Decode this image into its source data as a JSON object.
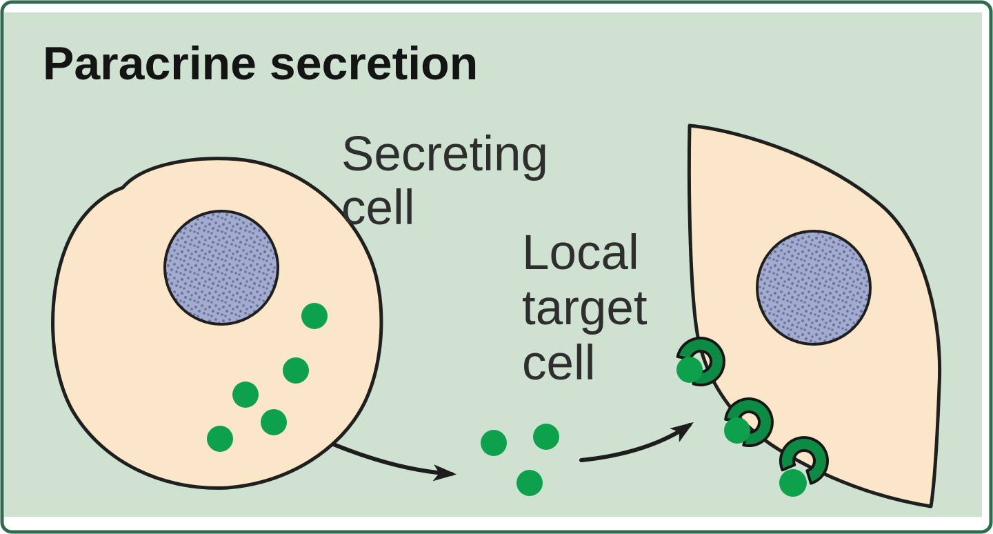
{
  "figure": {
    "title": "Paracrine secretion",
    "type": "biology-cell-signaling-diagram"
  },
  "labels": {
    "secreting_cell": [
      "Secreting",
      "cell"
    ],
    "local_target_cell": [
      "Local",
      "target",
      "cell"
    ]
  },
  "diagram": {
    "cells": [
      {
        "name": "secreting-cell",
        "molecules_inside": 5
      },
      {
        "name": "local-target-cell",
        "receptors": 3,
        "molecules_bound": 2,
        "molecules_approaching": 1
      }
    ],
    "molecules_in_transit": 3,
    "arrows": 2
  },
  "colors": {
    "outer_border_green": "#2f6b4e",
    "panel_background": "#cfe2d2",
    "cell_fill": "#fbe6c9",
    "cell_outline": "#1f1f1f",
    "nucleus_fill": "#a3abce",
    "nucleus_speckle": "#6b76a0",
    "signal_molecule_green": "#0da14c",
    "receptor_green": "#0b8b44",
    "arrow_black": "#1d1d1d",
    "title_text": "#141414",
    "label_text": "#2e2e2e"
  }
}
